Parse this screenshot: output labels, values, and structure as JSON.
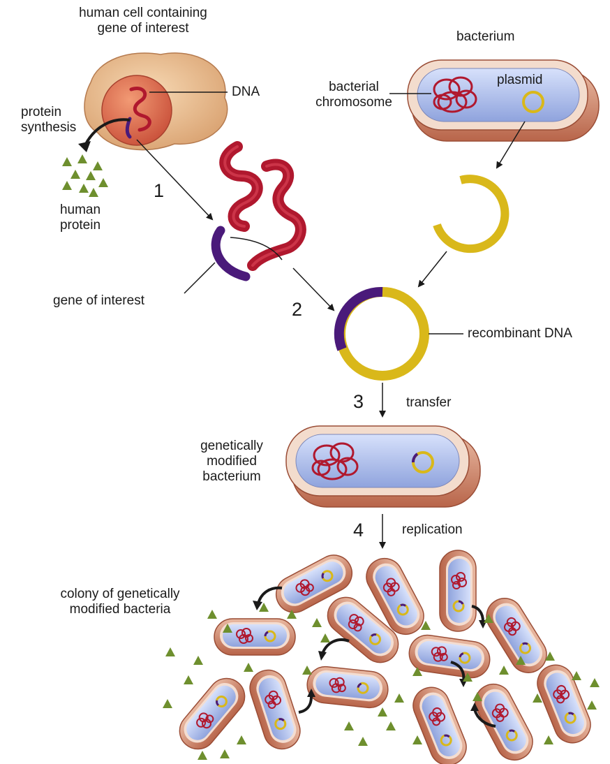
{
  "labels": {
    "human_cell": [
      "human cell containing",
      "gene of interest"
    ],
    "dna": "DNA",
    "protein_synthesis": [
      "protein",
      "synthesis"
    ],
    "human_protein": [
      "human",
      "protein"
    ],
    "bacterium": "bacterium",
    "bacterial_chromosome": [
      "bacterial",
      "chromosome"
    ],
    "plasmid": "plasmid",
    "gene_of_interest": "gene of interest",
    "recombinant_dna": "recombinant DNA",
    "transfer": "transfer",
    "gm_bacterium": [
      "genetically",
      "modified",
      "bacterium"
    ],
    "replication": "replication",
    "colony": [
      "colony of genetically",
      "modified bacteria"
    ]
  },
  "steps": [
    "1",
    "2",
    "3",
    "4"
  ],
  "colors": {
    "cell_body": "#e8b98a",
    "nucleus": "#d9684a",
    "dna_red": "#b0182e",
    "gene_purple": "#4a1a7a",
    "plasmid_yellow": "#d9b81a",
    "bacterium_shell": "#c97a5e",
    "bacterium_inner": "#9fb3e6",
    "protein_green": "#6e8f2e"
  }
}
